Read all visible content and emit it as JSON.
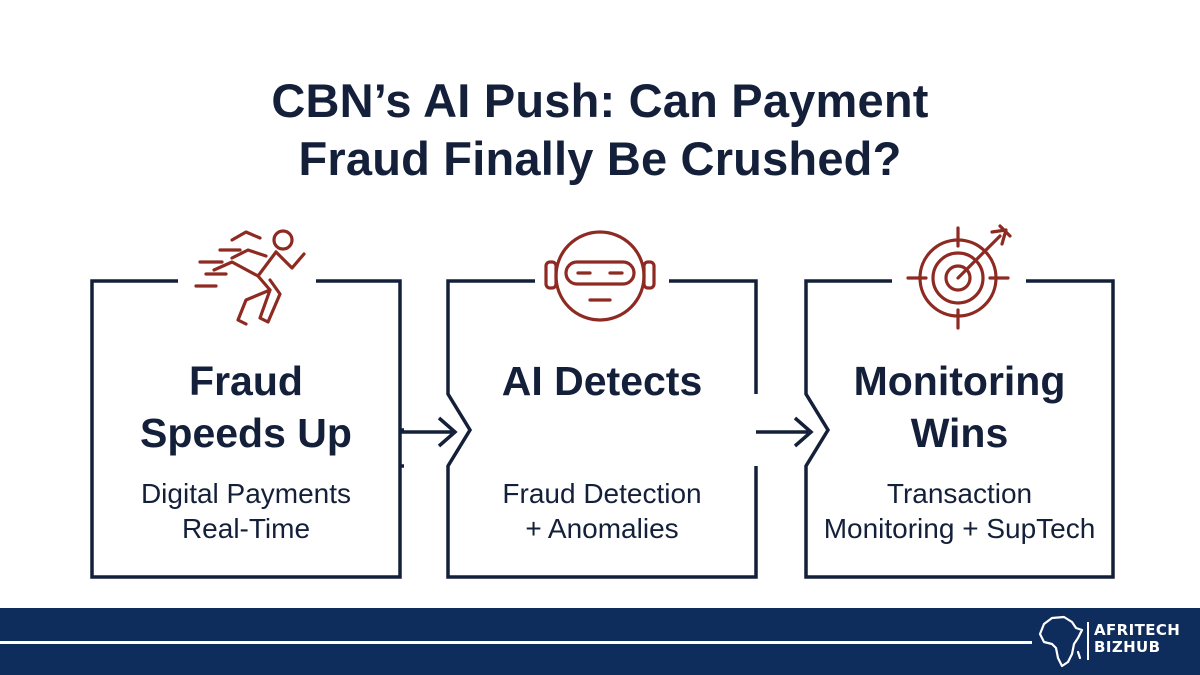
{
  "title": {
    "line1": "CBN’s AI Push: Can Payment",
    "line2": "Fraud Finally Be Crushed?"
  },
  "steps": [
    {
      "heading_line1": "Fraud",
      "heading_line2": "Speeds Up",
      "sub_line1": "Digital Payments",
      "sub_line2": "Real-Time",
      "icon": "running-person-icon"
    },
    {
      "heading_line1": "AI Detects",
      "sub_line1": "Fraud Detection",
      "sub_line2": "+ Anomalies",
      "icon": "robot-head-icon"
    },
    {
      "heading_line1": "Monitoring",
      "heading_line2": "Wins",
      "sub_line1": "Transaction",
      "sub_line2": "Monitoring + SupTech",
      "icon": "target-arrow-icon"
    }
  ],
  "footer": {
    "brand_line1": "AFRITECH",
    "brand_line2": "BIZHUB",
    "logo_icon": "africa-map-icon"
  },
  "colors": {
    "navy": "#14203a",
    "footer_bg": "#0f2d5c",
    "icon_red": "#8e2a22"
  }
}
